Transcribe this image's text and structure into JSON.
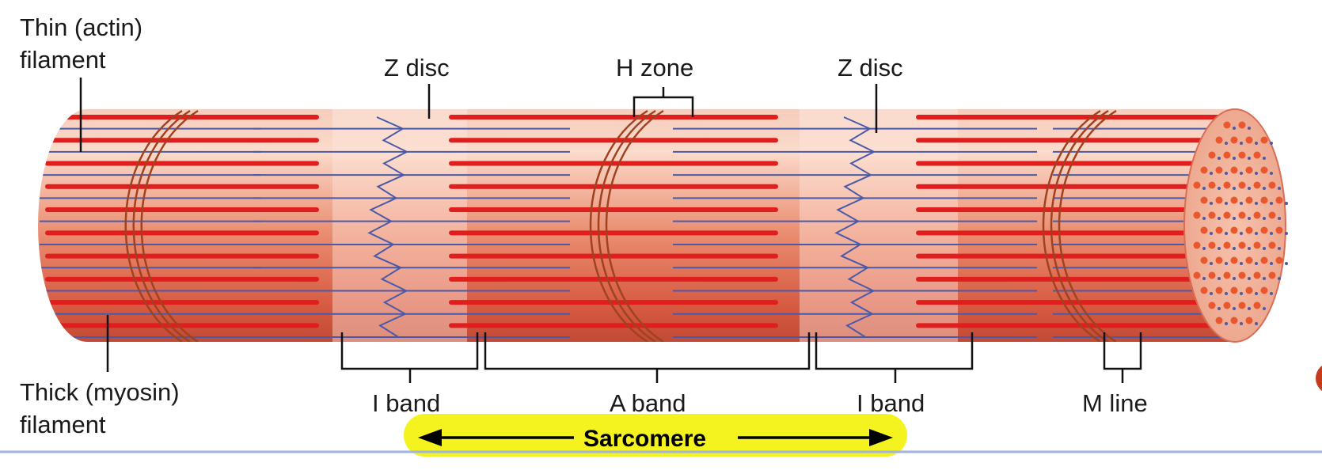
{
  "labels": {
    "thin_filament_1": "Thin (actin)",
    "thin_filament_2": "filament",
    "thick_filament_1": "Thick (myosin)",
    "thick_filament_2": "filament",
    "z_disc_left": "Z disc",
    "h_zone": "H zone",
    "z_disc_right": "Z disc",
    "i_band_left": "I band",
    "a_band": "A band",
    "i_band_right": "I band",
    "m_line": "M line",
    "sarcomere": "Sarcomere"
  },
  "colors": {
    "thick_filament": "#e01e1e",
    "thin_filament": "#4a5aa8",
    "fiber_light": "#fbd2c0",
    "fiber_dark": "#d8573f",
    "sarcomere_highlight": "#f4f21f",
    "divider": "#9fb3de"
  }
}
